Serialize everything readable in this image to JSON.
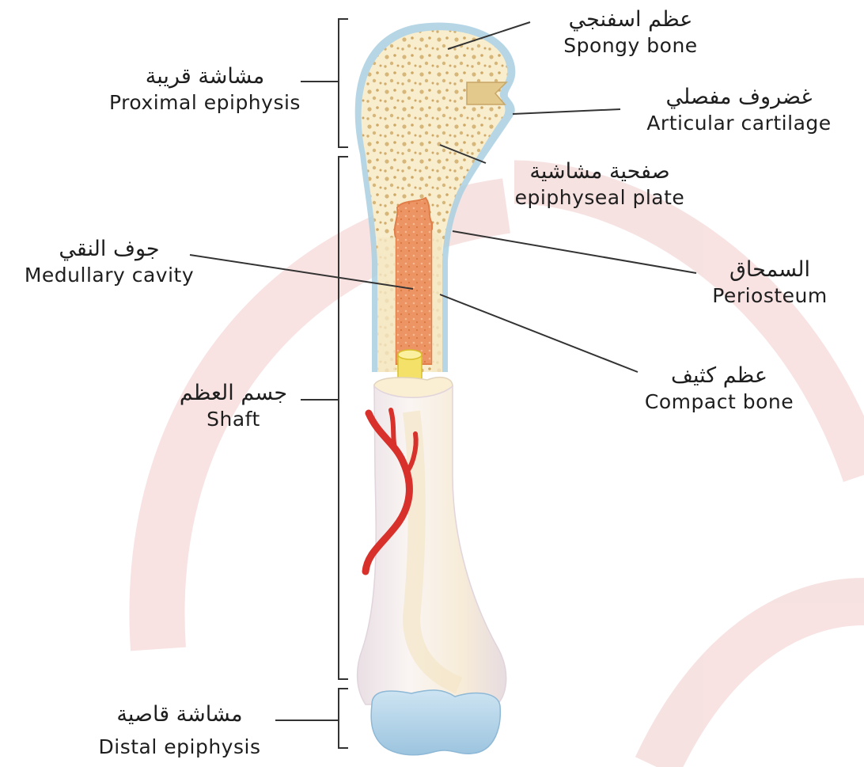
{
  "labels": {
    "spongy_bone": {
      "ar": "عظم اسفنجي",
      "en": "Spongy bone"
    },
    "proximal_epiphysis": {
      "ar": "مشاشة قريبة",
      "en": "Proximal epiphysis"
    },
    "articular_cartilage": {
      "ar": "غضروف مفصلي",
      "en": "Articular cartilage"
    },
    "epiphyseal_plate": {
      "ar": "صفحية مشاشية",
      "en": "epiphyseal plate"
    },
    "medullary_cavity": {
      "ar": "جوف النقي",
      "en": "Medullary cavity"
    },
    "periosteum": {
      "ar": "السمحاق",
      "en": "Periosteum"
    },
    "compact_bone": {
      "ar": "عظم كثيف",
      "en": "Compact bone"
    },
    "shaft": {
      "ar": "جسم العظم",
      "en": "Shaft"
    },
    "distal_epiphysis": {
      "ar": "مشاشة قاصية",
      "en": "Distal epiphysis"
    }
  },
  "colors": {
    "watermark": "#f6dede",
    "bone_fill": "#f7ecd0",
    "spongy": "#d9b87a",
    "marrow": "#ea8c5a",
    "periosteum": "#a9cfe0",
    "shaft_white": "#f4eeef",
    "artery": "#d8302a",
    "cartilage": "#b9d7ea",
    "line": "#333333"
  }
}
